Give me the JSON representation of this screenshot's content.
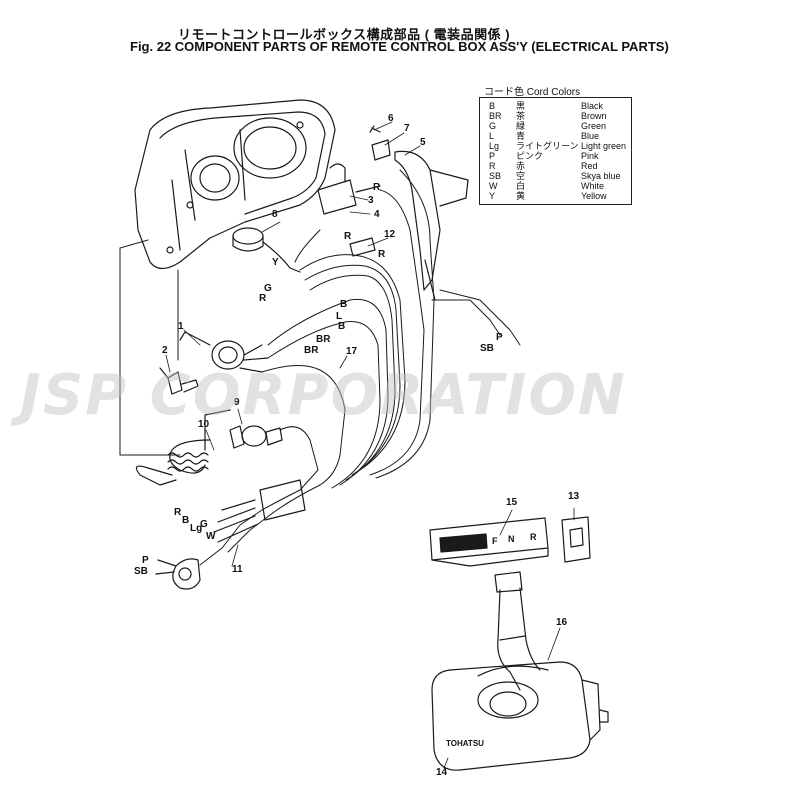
{
  "header": {
    "title_jp": "リモートコントロールボックス構成部品 ( 電装品関係 )",
    "title_en": "Fig. 22   COMPONENT PARTS OF REMOTE CONTROL BOX ASS'Y (ELECTRICAL PARTS)"
  },
  "legend": {
    "title": "コード色 Cord Colors",
    "rows": [
      {
        "code": "B",
        "jp": "黒",
        "en": "Black"
      },
      {
        "code": "BR",
        "jp": "茶",
        "en": "Brown"
      },
      {
        "code": "G",
        "jp": "緑",
        "en": "Green"
      },
      {
        "code": "L",
        "jp": "青",
        "en": "Blue"
      },
      {
        "code": "Lg",
        "jp": "ライトグリーン",
        "en": "Light green"
      },
      {
        "code": "P",
        "jp": "ピンク",
        "en": "Pink"
      },
      {
        "code": "R",
        "jp": "赤",
        "en": "Red"
      },
      {
        "code": "SB",
        "jp": "空",
        "en": "Skya blue"
      },
      {
        "code": "W",
        "jp": "白",
        "en": "White"
      },
      {
        "code": "Y",
        "jp": "黄",
        "en": "Yellow"
      }
    ]
  },
  "callouts": {
    "c1": "1",
    "c2": "2",
    "c3": "3",
    "c4": "4",
    "c5": "5",
    "c6": "6",
    "c7": "7",
    "c8": "8",
    "c9": "9",
    "c10": "10",
    "c11": "11",
    "c12": "12",
    "c13": "13",
    "c14": "14",
    "c15": "15",
    "c16": "16",
    "c17": "17"
  },
  "wire_labels": {
    "r_top": "R",
    "r_mid": "R",
    "r_right": "R",
    "y1": "Y",
    "g1": "G",
    "r2": "R",
    "b1": "B",
    "l1": "L",
    "b2": "B",
    "br1": "BR",
    "br2": "BR",
    "p_right": "P",
    "sb_right": "SB",
    "r_harness": "R",
    "b_harness": "B",
    "lg_harness": "Lg",
    "g_harness": "G",
    "w_harness": "W",
    "p_left": "P",
    "sb_left": "SB"
  },
  "watermark": "JSP CORPORATION",
  "brand": "TOHATSU",
  "indicator": {
    "f": "F",
    "n": "N",
    "r": "R"
  },
  "colors": {
    "line": "#1a1a1a",
    "watermark": "#bebebe"
  }
}
